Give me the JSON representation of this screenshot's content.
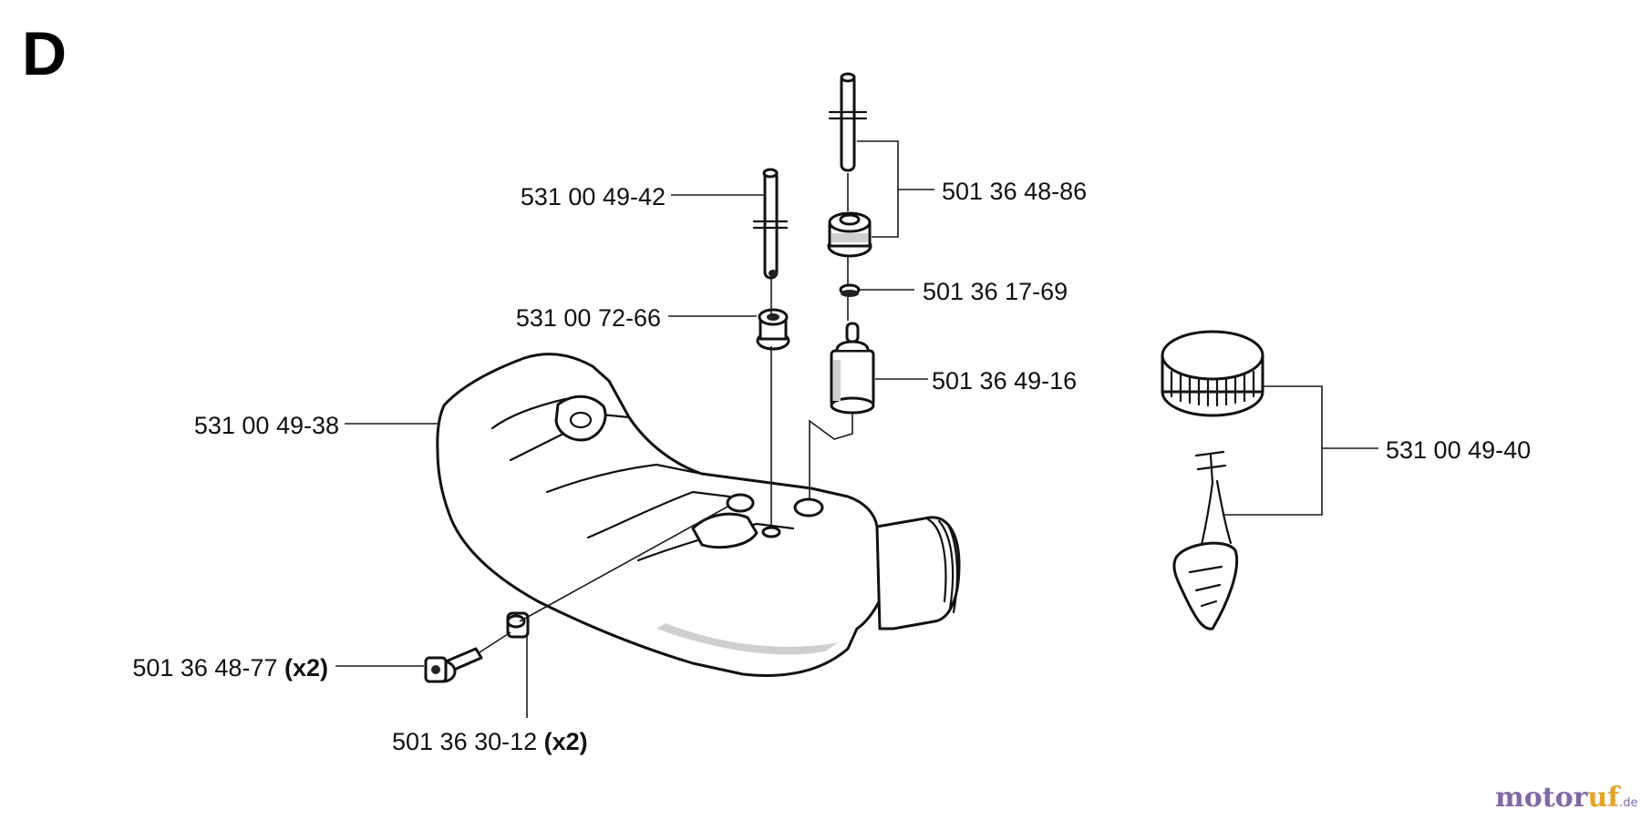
{
  "section": "D",
  "parts": [
    {
      "id": "tube_long",
      "number": "501 36 48-86",
      "qty": ""
    },
    {
      "id": "tube_short",
      "number": "531 00 49-42",
      "qty": ""
    },
    {
      "id": "clip",
      "number": "501 36 17-69",
      "qty": ""
    },
    {
      "id": "grommet",
      "number": "531 00 72-66",
      "qty": ""
    },
    {
      "id": "filter",
      "number": "501 36 49-16",
      "qty": ""
    },
    {
      "id": "tank",
      "number": "531 00 49-38",
      "qty": ""
    },
    {
      "id": "cap",
      "number": "531 00 49-40",
      "qty": ""
    },
    {
      "id": "screw",
      "number": "501 36 48-77",
      "qty": "(x2)"
    },
    {
      "id": "spacer",
      "number": "501 36 30-12",
      "qty": "(x2)"
    }
  ],
  "watermark": {
    "brand_a": "motor",
    "brand_b": "uf",
    "suffix": ".de",
    "color_a": "#7d6aa8",
    "color_b": "#e6a227"
  }
}
